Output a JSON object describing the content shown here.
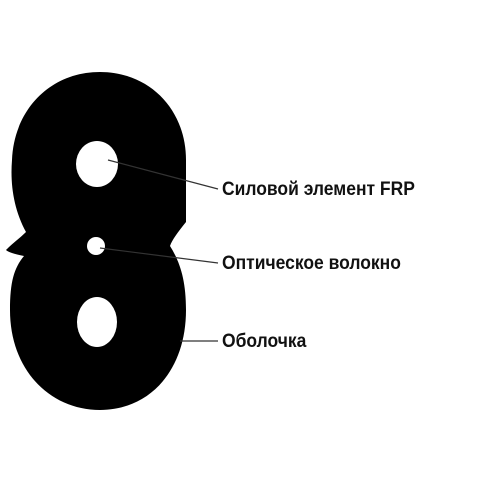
{
  "diagram": {
    "colors": {
      "background": "#ffffff",
      "cable_body": "#000000",
      "holes": "#ffffff",
      "leader_lines": "#333333",
      "text": "#111111"
    },
    "callouts": [
      {
        "id": "frp",
        "label": "Силовой элемент FRP"
      },
      {
        "id": "fiber",
        "label": "Оптическое волокно"
      },
      {
        "id": "sheath",
        "label": "Оболочка"
      }
    ]
  }
}
